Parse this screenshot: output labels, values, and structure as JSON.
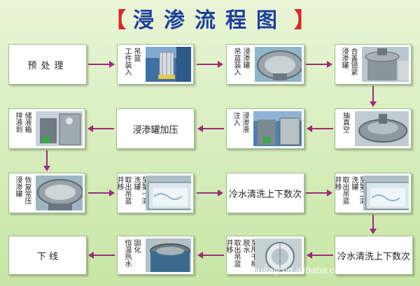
{
  "title": {
    "left_bracket": "【",
    "text": "浸渗流程图",
    "right_bracket": "】"
  },
  "steps": {
    "pretreat": {
      "label": "预处理"
    },
    "load_basket": {
      "cols": [
        "吊篮",
        "工件装入"
      ]
    },
    "basket_in_tank": {
      "cols": [
        "浸渗罐",
        "吊蓝装入"
      ]
    },
    "close_lid": {
      "cols": [
        "合盖锁紧",
        "浸渗罐"
      ]
    },
    "vacuum": {
      "cols": [
        "抽真空"
      ]
    },
    "inject": {
      "cols": [
        "浸渗液",
        "注入"
      ]
    },
    "pressurize": {
      "label": "浸渗罐加压"
    },
    "drain": {
      "cols": [
        "储液箱",
        "排液到"
      ]
    },
    "restore": {
      "cols": [
        "恢复常压",
        "浸渗罐"
      ]
    },
    "wash1": {
      "cols": [
        "至第一清洗罐",
        "取出吊蓝并移"
      ]
    },
    "cold_wash1": {
      "label": "冷水清洗上下数次"
    },
    "wash2": {
      "cols": [
        "至第二清洗罐",
        "取出吊蓝并移"
      ]
    },
    "cold_wash2": {
      "label": "冷水清洗上下数次"
    },
    "dry": {
      "cols": [
        "至甩干机脱水",
        "取出吊蓝并移"
      ]
    },
    "cure": {
      "cols": [
        "固化",
        "恒温热水"
      ]
    },
    "offline": {
      "label": "下 线"
    }
  },
  "watermark": "huitaiy.cn.alibaba.com",
  "colors": {
    "arrow": "#9b2b79",
    "title_text": "#1e3f9a",
    "bracket": "#d52a2a",
    "background": "#d6edbb"
  }
}
